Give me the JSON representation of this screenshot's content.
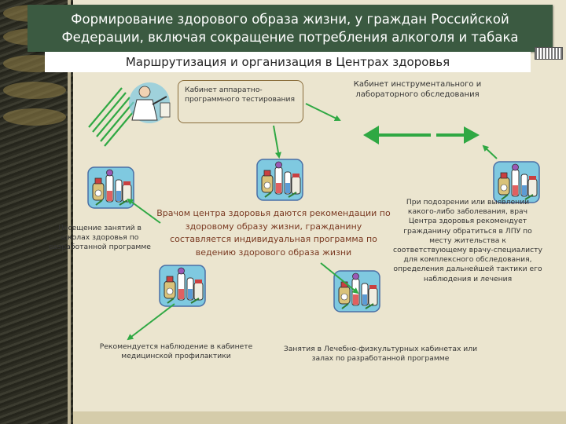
{
  "header": {
    "title_line1": "Формирование здорового образа жизни, у граждан Российской",
    "title_line2": "Федерации, включая сокращение потребления алкоголя и табака",
    "subtitle": "Маршрутизация и организация в Центрах здоровья"
  },
  "nodes": {
    "hardware_cabinet": "Кабинет аппаратно-программного тестирования",
    "lab_cabinet": "Кабинет инструментального и лабораторного обследования",
    "main_recommendation": "Врачом центра здоровья даются рекомендации по здоровому образу жизни, гражданину составляется индивидуальная программа по ведению здорового образа жизни",
    "health_school": "Посещение занятий в школах здоровья по разработанной программе",
    "prevention_cabinet": "Рекомендуется наблюдение в кабинете медицинской профилактики",
    "physio_classes": "Занятия в Лечебно-физкультурных кабинетах или залах по разработанной программе",
    "referral": "При подозрении или выявлении какого-либо заболевания, врач Центра здоровья рекомендует гражданину обратиться в ЛПУ по месту жительства к соответствующему врачу-специалисту для комплексного обследования, определения дальнейшей тактики его наблюдения и лечения"
  },
  "colors": {
    "title_bg": "#3b5a41",
    "arrow_green": "#2fa843",
    "box_border": "#8a6d3b",
    "main_text": "#7a3a22"
  },
  "icons": [
    "doctor-icon",
    "medicine-bottles-icon"
  ]
}
